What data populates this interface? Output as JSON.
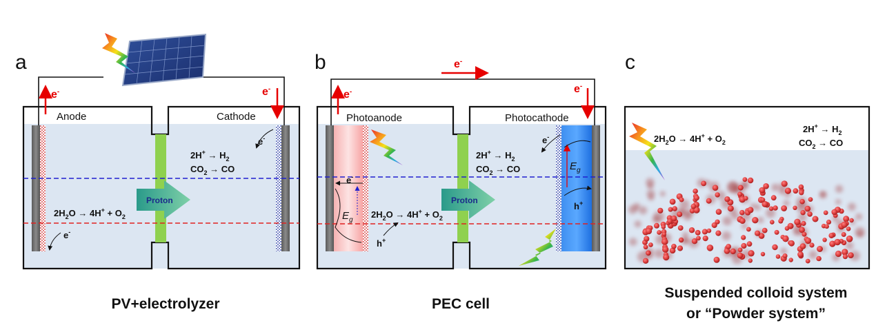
{
  "panels": [
    {
      "letter": "a",
      "caption": "PV+electrolyzer",
      "left_electrode": "Anode",
      "right_electrode": "Cathode",
      "membrane_label": "Proton",
      "electron": "e",
      "electron_sup": "-",
      "reaction_cathode_1": {
        "pre": "2H",
        "sup": "+",
        "arrow": "→",
        "post": "H",
        "sub": "2"
      },
      "reaction_cathode_2": {
        "pre": "CO",
        "sub": "2",
        "arrow": "→",
        "post": "CO"
      },
      "reaction_anode": {
        "pre": "2H",
        "sub": "2",
        "mid": "O → 4H",
        "sup": "+",
        "post": " + O",
        "sub2": "2"
      }
    },
    {
      "letter": "b",
      "caption": "PEC cell",
      "left_electrode": "Photoanode",
      "right_electrode": "Photocathode",
      "membrane_label": "Proton",
      "electron": "e",
      "electron_sup": "-",
      "hole": "h",
      "hole_sup": "+",
      "bandgap": "E",
      "bandgap_sub": "g",
      "reaction_cathode_1": {
        "pre": "2H",
        "sup": "+",
        "arrow": "→",
        "post": "H",
        "sub": "2"
      },
      "reaction_cathode_2": {
        "pre": "CO",
        "sub": "2",
        "arrow": "→",
        "post": "CO"
      },
      "reaction_anode": {
        "pre": "2H",
        "sub": "2",
        "mid": "O → 4H",
        "sup": "+",
        "post": " + O",
        "sub2": "2"
      }
    },
    {
      "letter": "c",
      "caption_line1": "Suspended colloid system",
      "caption_line2": "or “Powder system”",
      "reaction_oxidation": {
        "pre": "2H",
        "sub": "2",
        "mid": "O → 4H",
        "sup": "+",
        "post": " + O",
        "sub2": "2"
      },
      "reaction_cathode_1": {
        "pre": "2H",
        "sup": "+",
        "arrow": "→",
        "post": "H",
        "sub": "2"
      },
      "reaction_cathode_2": {
        "pre": "CO",
        "sub": "2",
        "arrow": "→",
        "post": "CO"
      }
    }
  ],
  "colors": {
    "electrolyte": "#dce6f2",
    "membrane": "#8fd14f",
    "proton_arrow": "#3aa88a",
    "electron_red": "#e60000",
    "blue_dashed": "#1f1fd0",
    "red_dashed": "#e02020",
    "particle": "#d93a3a"
  }
}
